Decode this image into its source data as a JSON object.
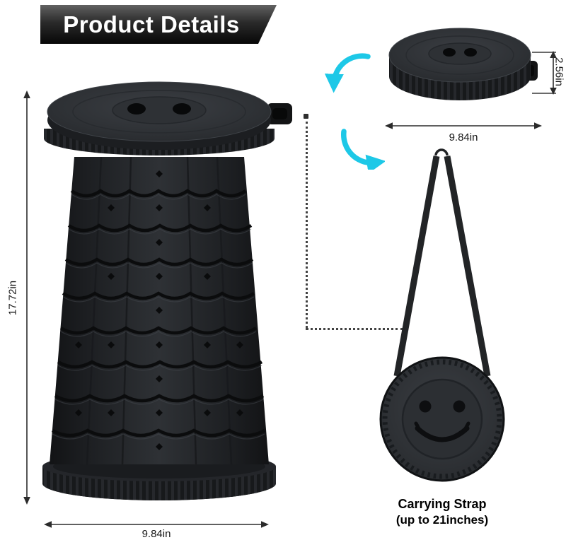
{
  "banner": {
    "title": "Product Details"
  },
  "extended_stool": {
    "height_label": "17.72in",
    "width_label": "9.84in"
  },
  "folded_stool": {
    "height_label": "2.56in",
    "width_label": "9.84in"
  },
  "strap_figure": {
    "caption_title": "Carrying Strap",
    "caption_subtitle": "(up to 21inches)"
  },
  "colors": {
    "accent_cyan": "#1dc8e7",
    "banner_dark": "#070707",
    "stool_body": "#1e2023",
    "dimension_ink": "#2b2b2b",
    "background": "#ffffff"
  },
  "icons": {
    "rotate-arrow-icon": "curved cyan arrow indicating twist",
    "dimension-arrow-icon": "double-headed measurement arrow",
    "smiley-icon": "smiley face molded on folded stool",
    "hook-icon": "strap hook",
    "handle-icon": "carry handle tab"
  }
}
